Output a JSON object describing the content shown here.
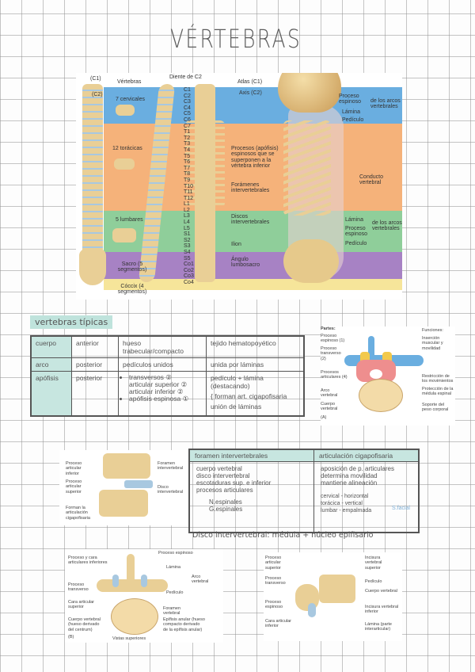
{
  "title": "VÉRTEBRAS",
  "spine_figure": {
    "top_labels": {
      "c1": "(C1)",
      "c2": "(C2)",
      "vertebras": "Vértebras",
      "diente": "Diente de C2",
      "atlas": "Atlas (C1)",
      "axis": "Axis (C2)"
    },
    "regions": [
      {
        "name": "7 cervicales",
        "color": "#6aaee0"
      },
      {
        "name": "12 torácicas",
        "color": "#f5b27a"
      },
      {
        "name": "5 lumbares",
        "color": "#8fce9a"
      },
      {
        "name": "Sacro (5 segmentos)",
        "color": "#a782c4"
      },
      {
        "name": "Cóccix (4 segmentos)",
        "color": "#f6e59a"
      }
    ],
    "vertebra_labels": [
      "C1",
      "C2",
      "C3",
      "C4",
      "C5",
      "C6",
      "C7",
      "T1",
      "T2",
      "T3",
      "T4",
      "T5",
      "T6",
      "T7",
      "T8",
      "T9",
      "T10",
      "T11",
      "T12",
      "L1",
      "L2",
      "L3",
      "L4",
      "L5",
      "S1",
      "S2",
      "S3",
      "S4",
      "S5",
      "Co1",
      "Co2",
      "Co3",
      "Co4"
    ],
    "middle_labels": {
      "procesos": "Procesos (apófisis) espinosos que se superponen a la vértebra inferior",
      "foramenes": "Forámenes intervertebrales",
      "discos": "Discos intervertebrales",
      "ilion": "Ilion",
      "angulo": "Ángulo lumbosacro"
    },
    "right_labels": {
      "proceso_espinoso": "Proceso espinoso",
      "lamina": "Lámina",
      "pediculo": "Pedículo",
      "arcos": "de los arcos vertebrales",
      "conducto": "Conducto vertebral"
    }
  },
  "typical": {
    "heading": "vertebras típicas",
    "rows": [
      {
        "part": "cuerpo",
        "position": "anterior",
        "desc": [
          "hueso trabecular/compacto"
        ],
        "note": [
          "tejido hematopoyético"
        ]
      },
      {
        "part": "arco",
        "position": "posterior",
        "desc": [
          "pedículos unidos"
        ],
        "note": [
          "unida por láminas"
        ]
      },
      {
        "part": "apófisis",
        "position": "posterior",
        "desc": [
          "transversos ②",
          "articular superior ②",
          "articular inferior ②",
          "apófisis espinosa ①"
        ],
        "note": [
          "pedículo + lámina (destacando)",
          "{ forman art. cigapofisaria",
          "unión de láminas"
        ]
      }
    ]
  },
  "figA": {
    "partes_title": "Partes:",
    "funciones_title": "Funciones:",
    "partes": [
      "Proceso espinoso (1)",
      "Proceso transverso (2)",
      "Procesos articulares (4)",
      "Arco vertebral",
      "Cuerpo vertebral"
    ],
    "funciones": [
      "Inserción muscular y movilidad",
      "Restricción de los movimientos",
      "Protección de la médula espinal",
      "Soporte del peso corporal"
    ],
    "tag": "(A)"
  },
  "pair_fig": {
    "labels": [
      "Proceso articular inferior",
      "Proceso articular superior",
      "Forman la articulación cigapofisaria",
      "Foramen intervertebral",
      "Disco intervertebral"
    ]
  },
  "table2": {
    "headers": [
      "foramen intervertebrales",
      "articulación cigapofisaria"
    ],
    "left": [
      "cuerpo vertebral",
      "disco intervertebral",
      "escotaduras sup. e inferior",
      "procesos articulares",
      "N.espinales",
      "G.espinales"
    ],
    "right": [
      "aposición de p. articulares",
      "determina movilidad",
      "mantiene alineación",
      "cervical - horizontal",
      "torácica - vertical",
      "lumbar - empalmada"
    ],
    "note": "S.facial"
  },
  "disc_line": "Disco intervertebral: médula + núcleo epifisario",
  "figB": {
    "labels": [
      "Proceso espinoso",
      "Proceso y cara articulares inferiores",
      "Lámina",
      "Arco vertebral",
      "Proceso transverso",
      "Pedículo",
      "Cara articular superior",
      "Foramen vertebral",
      "Cuerpo vertebral (hueso derivado del centrum)",
      "Epífisis anular (hueso compacto derivado de la epífisis anular)"
    ],
    "tag": "(B)",
    "caption": "Vistas superiores"
  },
  "figC": {
    "labels": [
      "Proceso articular superior",
      "Incisura vertebral superior",
      "Proceso transverso",
      "Pedículo",
      "Cuerpo vertebral",
      "Proceso espinoso",
      "Incisura vertebral inferior",
      "Cara articular inferior",
      "Lámina (parte interarticular)"
    ]
  }
}
